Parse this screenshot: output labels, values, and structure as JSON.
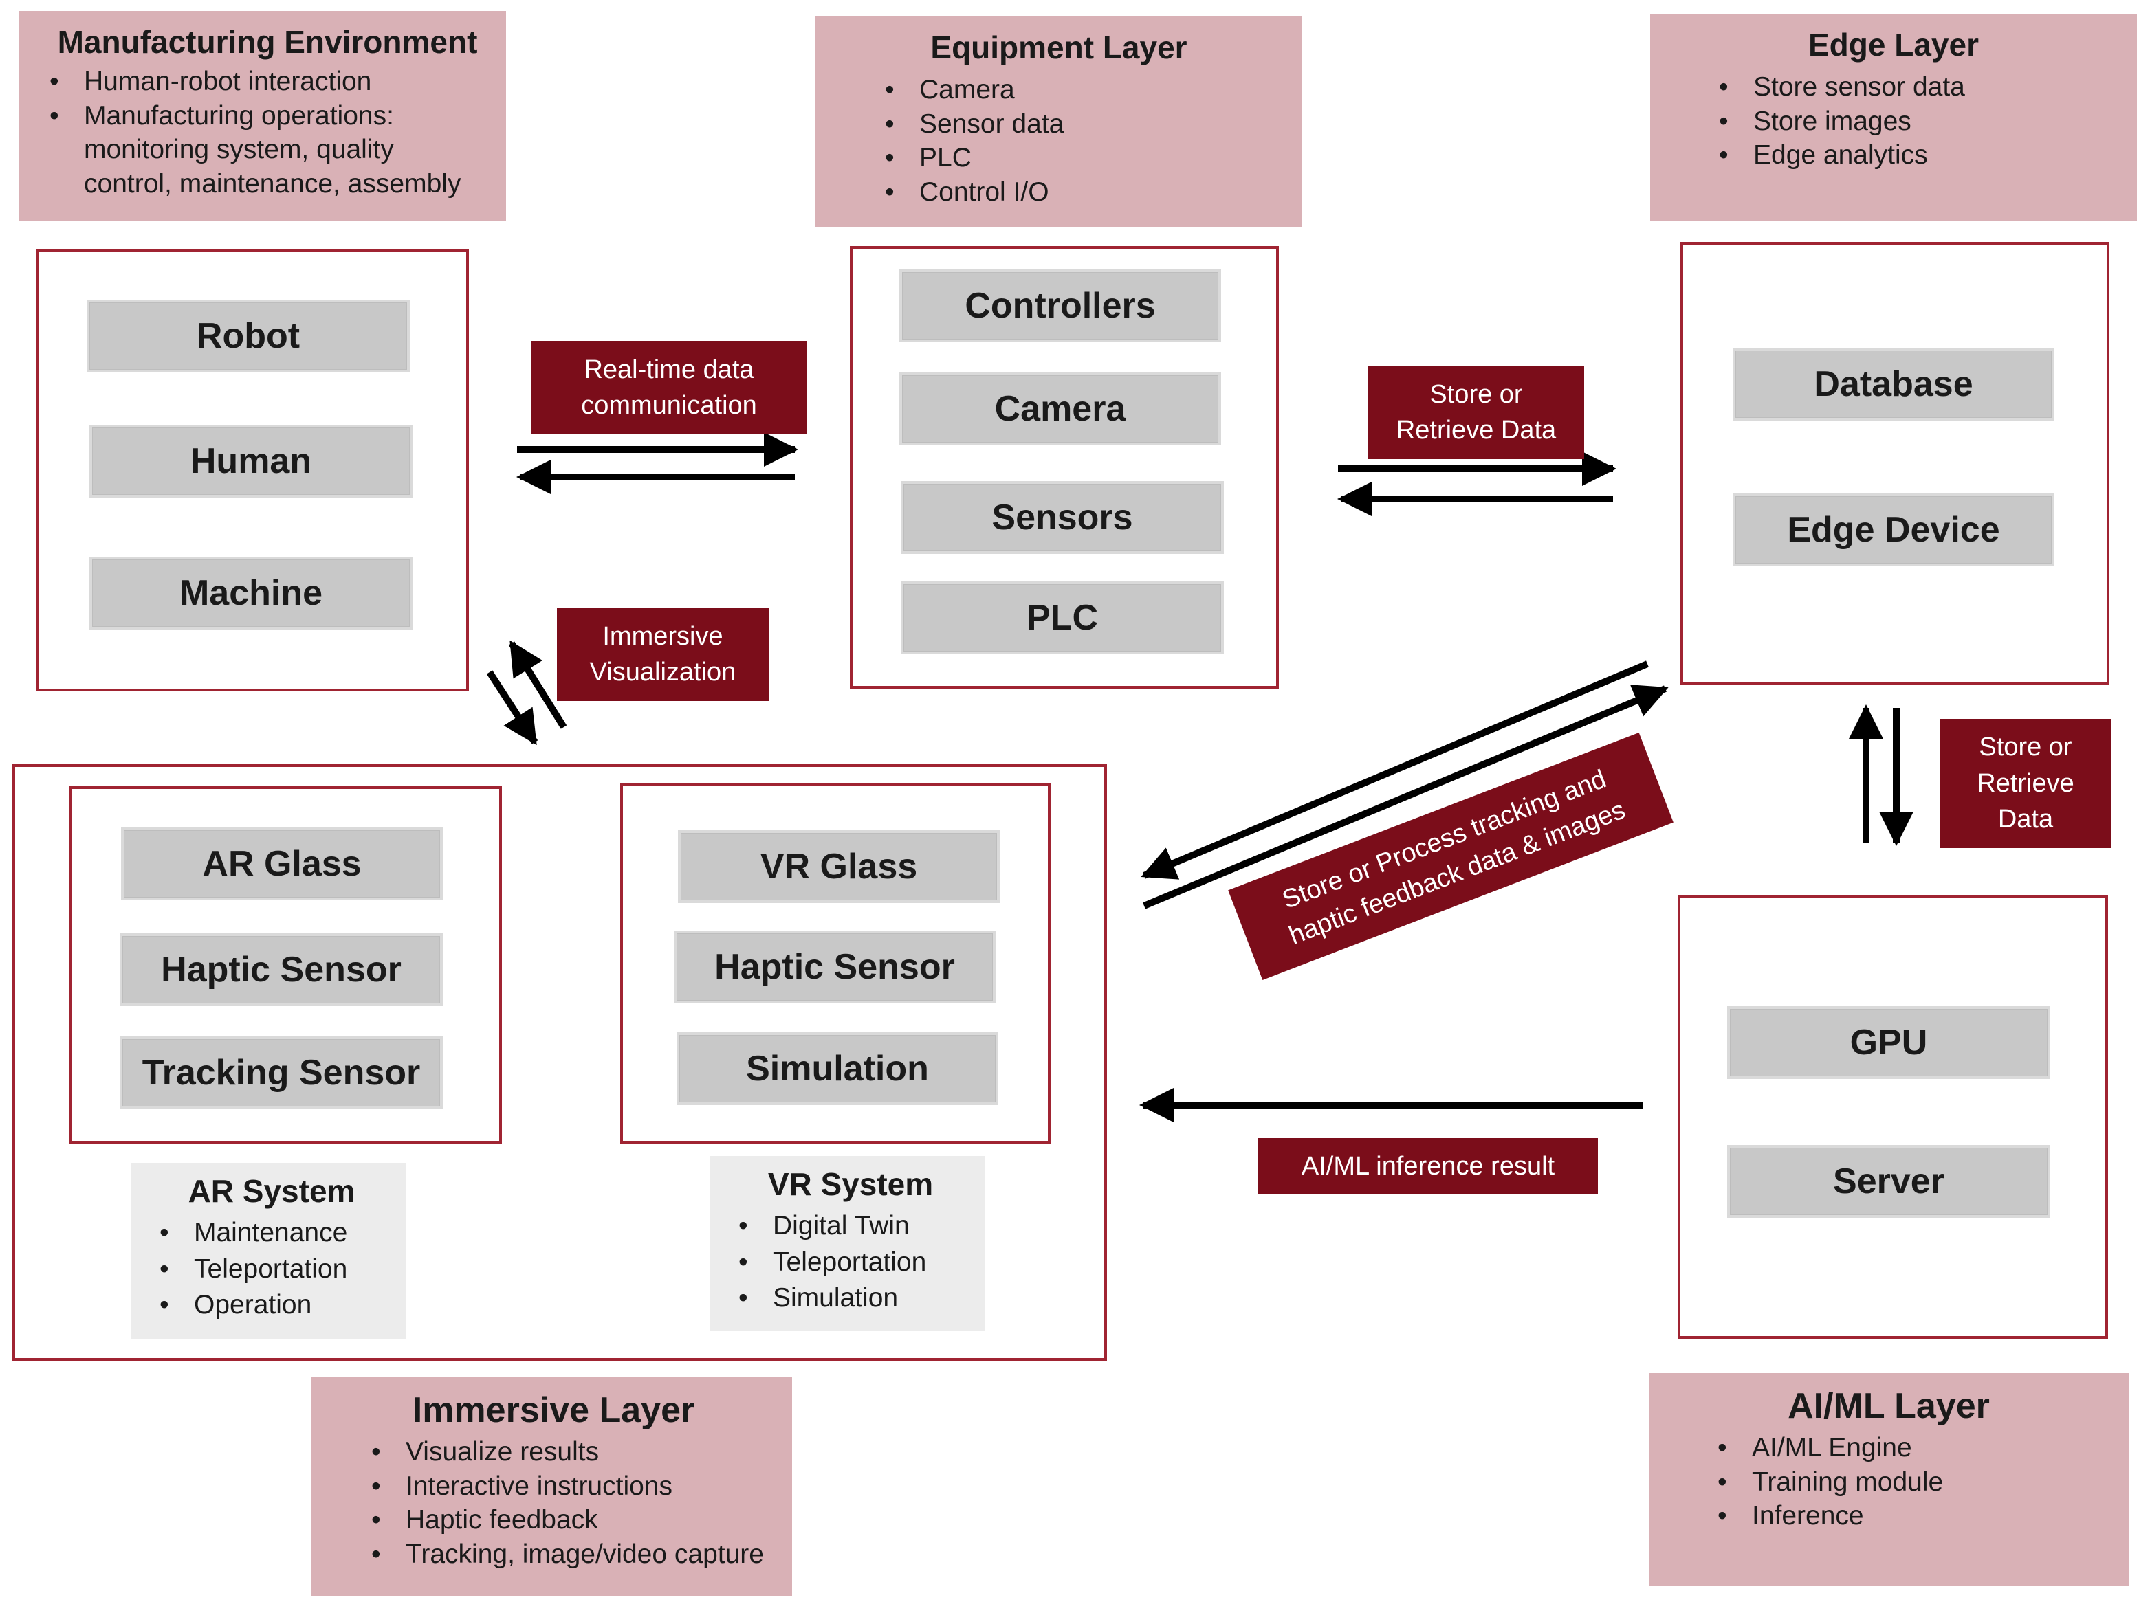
{
  "panels": {
    "manufacturing": {
      "title": "Manufacturing Environment",
      "items": [
        "Human-robot interaction",
        "Manufacturing operations: monitoring system, quality control, maintenance, assembly"
      ]
    },
    "equipment": {
      "title": "Equipment Layer",
      "items": [
        "Camera",
        "Sensor data",
        "PLC",
        "Control I/O"
      ]
    },
    "edge": {
      "title": "Edge Layer",
      "items": [
        "Store sensor data",
        "Store images",
        "Edge analytics"
      ]
    },
    "immersive": {
      "title": "Immersive Layer",
      "items": [
        "Visualize results",
        "Interactive instructions",
        "Haptic feedback",
        "Tracking, image/video capture"
      ]
    },
    "aiml": {
      "title": "AI/ML Layer",
      "items": [
        "AI/ML Engine",
        "Training module",
        "Inference"
      ]
    }
  },
  "components": {
    "manufacturing": [
      "Robot",
      "Human",
      "Machine"
    ],
    "equipment": [
      "Controllers",
      "Camera",
      "Sensors",
      "PLC"
    ],
    "edge": [
      "Database",
      "Edge Device"
    ],
    "ar": [
      "AR Glass",
      "Haptic Sensor",
      "Tracking Sensor"
    ],
    "vr": [
      "VR Glass",
      "Haptic Sensor",
      "Simulation"
    ],
    "aiml": [
      "GPU",
      "Server"
    ]
  },
  "systems": {
    "ar": {
      "title": "AR System",
      "items": [
        "Maintenance",
        "Teleportation",
        "Operation"
      ]
    },
    "vr": {
      "title": "VR System",
      "items": [
        "Digital Twin",
        "Teleportation",
        "Simulation"
      ]
    }
  },
  "labels": {
    "realtime": [
      "Real-time data",
      "communication"
    ],
    "store_retrieve_top": [
      "Store or",
      "Retrieve Data"
    ],
    "immersive_viz": [
      "Immersive",
      "Visualization"
    ],
    "store_retrieve_right": [
      "Store or",
      "Retrieve",
      "Data"
    ],
    "store_process": [
      "Store or Process tracking and",
      "haptic feedback data & images"
    ],
    "inference": "AI/ML inference result"
  },
  "colors": {
    "panel_pink": "#d9b1b6",
    "label_dark_red": "#7b0d1a",
    "container_border": "#a02432",
    "component_grey": "#c8c8c8",
    "system_grey": "#ececec",
    "arrow": "#000000"
  }
}
